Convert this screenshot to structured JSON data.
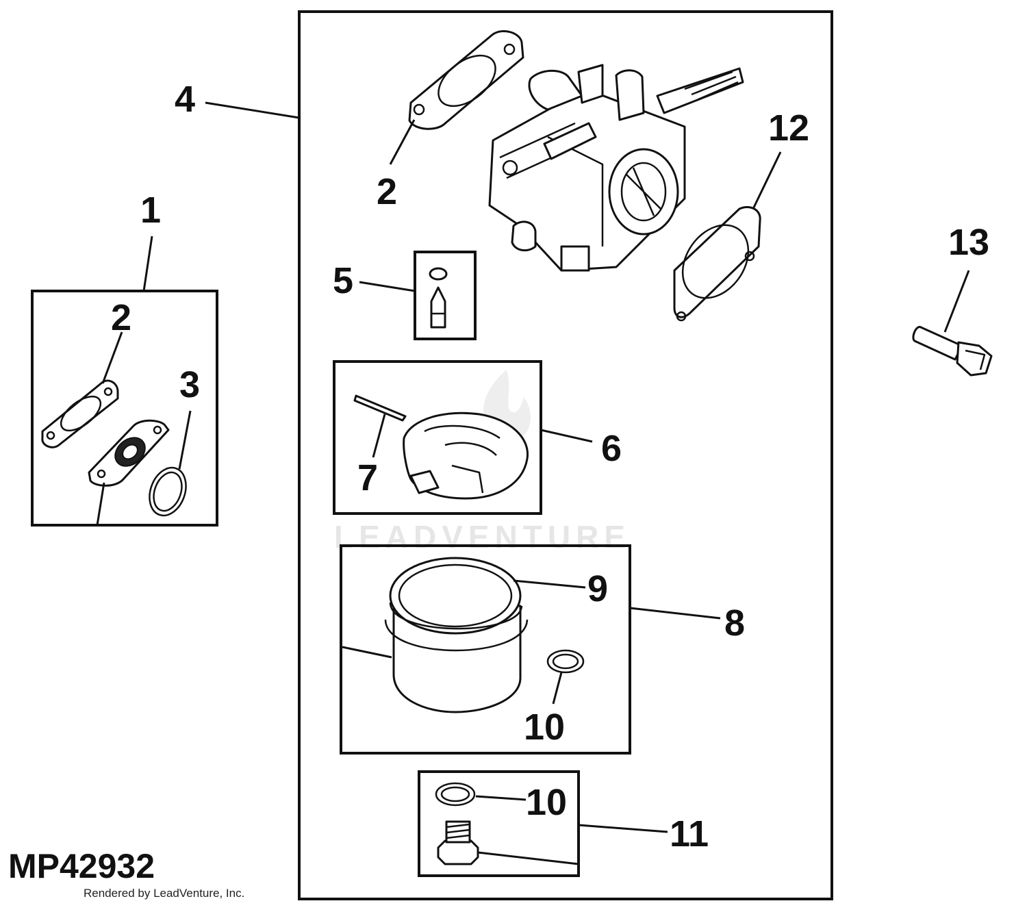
{
  "diagram": {
    "callouts": {
      "c1": "1",
      "c2a": "2",
      "c2b": "2",
      "c3": "3",
      "c4": "4",
      "c5": "5",
      "c6": "6",
      "c7": "7",
      "c8": "8",
      "c9": "9",
      "c10a": "10",
      "c10b": "10",
      "c11": "11",
      "c12": "12",
      "c13": "13"
    },
    "drawing_code": "MP42932",
    "credit": "Rendered by LeadVenture, Inc.",
    "watermark": "LEADVENTURE"
  },
  "colors": {
    "ink": "#111111",
    "background": "#ffffff",
    "watermark": "#e6e6e6"
  }
}
